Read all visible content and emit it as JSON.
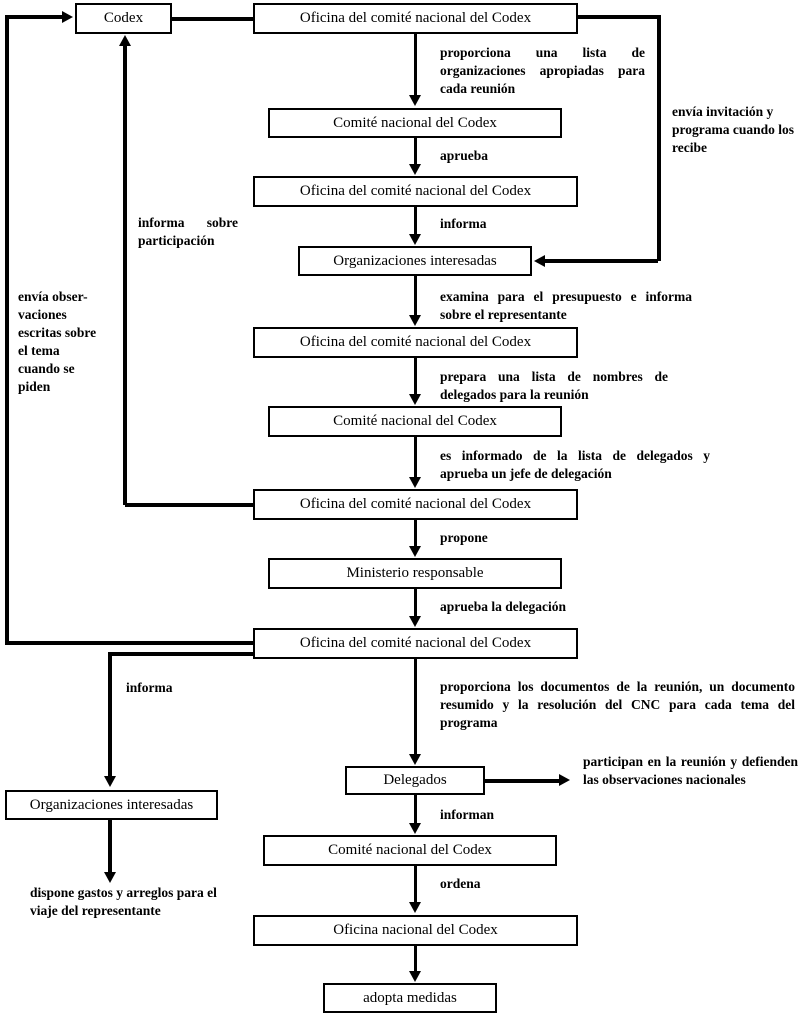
{
  "diagram": {
    "title": "Proceso del Comite Nacional del Codex",
    "line_color": "#000000",
    "background": "#ffffff"
  },
  "nodes": {
    "codex": "Codex",
    "oficina_1": "Oficina del comité nacional del Codex",
    "comite_1": "Comité nacional del Codex",
    "oficina_2": "Oficina del comité nacional del Codex",
    "organizaciones_1": "Organizaciones interesadas",
    "oficina_3": "Oficina del comité nacional del Codex",
    "comite_2": "Comité nacional del Codex",
    "oficina_4": "Oficina del comité nacional del Codex",
    "ministerio": "Ministerio responsable",
    "oficina_5": "Oficina del comité nacional del Codex",
    "organizaciones_2": "Organizaciones interesadas",
    "delegados": "Delegados",
    "comite_3": "Comité nacional del Codex",
    "oficina_nacional": "Oficina nacional del Codex",
    "adopta": "adopta medidas"
  },
  "edge_labels": {
    "proporciona_lista": "proporciona una lista de organizaciones apropiadas para cada reunión",
    "aprueba": "aprueba",
    "informa": "informa",
    "informa_sobre_participacion": "informa sobre participación",
    "envia_invitacion": "envía invitación y programa cuando los recibe",
    "envia_observaciones": "envía obser-\nvaciones\nescritas sobre\nel tema\ncuando se\npiden",
    "examina_presupuesto": "examina para el presupuesto e informa sobre el representante",
    "prepara_lista": "prepara una lista de nombres de delegados para la reunión",
    "es_informado": "es informado de la lista de delegados y aprueba un jefe de delegación",
    "propone": "propone",
    "aprueba_delegacion": "aprueba la delegación",
    "informa_2": "informa",
    "proporciona_documentos": "proporciona los documentos de la reunión, un documento resumido y la resolución del CNC para cada tema del programa",
    "participan": "participan en la reunión y defienden las observaciones nacionales",
    "dispone_gastos": "dispone gastos y arreglos para el viaje del representante",
    "informan": "informan",
    "ordena": "ordena"
  }
}
